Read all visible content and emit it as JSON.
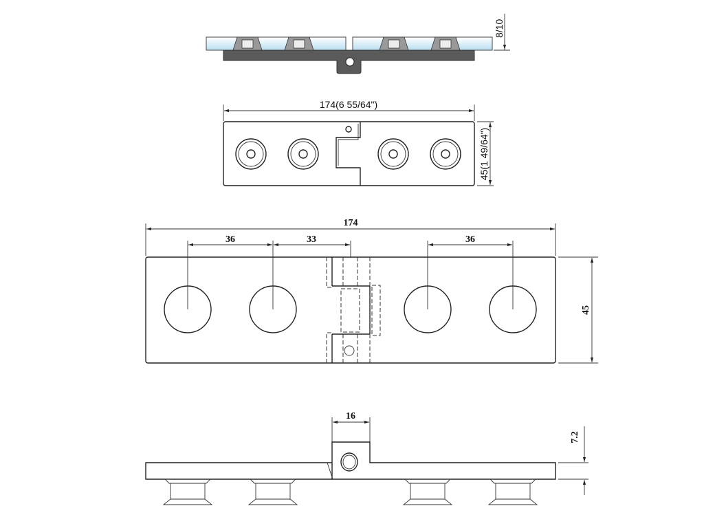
{
  "title": "Glass-to-glass hinge technical drawing",
  "views": {
    "side_glass": {
      "glass_thickness_label": "8/10"
    },
    "top": {
      "length_label": "174(6 55/64\")",
      "width_label": "45(1 49/64\")"
    },
    "plan": {
      "length_label": "174",
      "spacing_left_label": "36",
      "spacing_center_label": "33",
      "spacing_right_label": "36",
      "width_label": "45"
    },
    "profile": {
      "knuckle_label": "16",
      "thickness_label": "7.2"
    }
  },
  "colors": {
    "glass": "#cfe8f4",
    "plate": "#555555",
    "line": "#222222"
  }
}
